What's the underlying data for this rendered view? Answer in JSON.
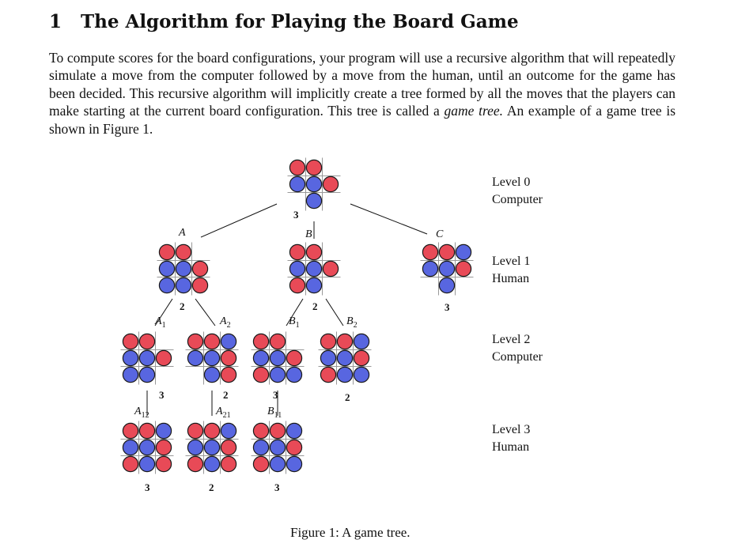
{
  "section": {
    "number": "1",
    "title": "The Algorithm for Playing the Board Game"
  },
  "intro": {
    "text_before": "To compute scores for the board configurations, your program will use a recursive algorithm that will repeatedly simulate a move from the computer followed by a move from the human, until an outcome for the game has been decided. This recursive algorithm will implicitly create a tree formed by all the moves that the players can make starting at the current board configuration. This tree is called a ",
    "term": "game tree.",
    "text_after": " An example of a game tree is shown in Figure 1."
  },
  "colors": {
    "red": "#e84a57",
    "blue": "#5866e0",
    "line": "#111111"
  },
  "levels": [
    {
      "level": "Level 0",
      "player": "Computer"
    },
    {
      "level": "Level 1",
      "player": "Human"
    },
    {
      "level": "Level 2",
      "player": "Computer"
    },
    {
      "level": "Level 3",
      "player": "Human"
    }
  ],
  "nodes": [
    {
      "id": "root",
      "score": "3",
      "label": "",
      "sub": "",
      "board": [
        [
          "R",
          "R",
          "e"
        ],
        [
          "B",
          "B",
          "R"
        ],
        [
          "e",
          "B",
          "e"
        ]
      ]
    },
    {
      "id": "A",
      "score": "2",
      "label": "A",
      "sub": "",
      "board": [
        [
          "R",
          "R",
          "e"
        ],
        [
          "B",
          "B",
          "R"
        ],
        [
          "B",
          "B",
          "R"
        ]
      ]
    },
    {
      "id": "B",
      "score": "2",
      "label": "B",
      "sub": "",
      "board": [
        [
          "R",
          "R",
          "e"
        ],
        [
          "B",
          "B",
          "R"
        ],
        [
          "R",
          "B",
          "e"
        ]
      ]
    },
    {
      "id": "C",
      "score": "3",
      "label": "C",
      "sub": "",
      "board": [
        [
          "R",
          "R",
          "B"
        ],
        [
          "B",
          "B",
          "R"
        ],
        [
          "e",
          "B",
          "e"
        ]
      ]
    },
    {
      "id": "A1",
      "score": "3",
      "label": "A",
      "sub": "1",
      "board": [
        [
          "R",
          "R",
          "e"
        ],
        [
          "B",
          "B",
          "R"
        ],
        [
          "B",
          "B",
          "e"
        ]
      ]
    },
    {
      "id": "A2",
      "score": "2",
      "label": "A",
      "sub": "2",
      "board": [
        [
          "R",
          "R",
          "B"
        ],
        [
          "B",
          "B",
          "R"
        ],
        [
          "e",
          "B",
          "R"
        ]
      ]
    },
    {
      "id": "B1",
      "score": "3",
      "label": "B",
      "sub": "1",
      "board": [
        [
          "R",
          "R",
          "e"
        ],
        [
          "B",
          "B",
          "R"
        ],
        [
          "R",
          "B",
          "B"
        ]
      ]
    },
    {
      "id": "B2",
      "score": "2",
      "label": "B",
      "sub": "2",
      "board": [
        [
          "R",
          "R",
          "B"
        ],
        [
          "B",
          "B",
          "R"
        ],
        [
          "R",
          "B",
          "B"
        ]
      ]
    },
    {
      "id": "A12",
      "score": "3",
      "label": "A",
      "sub": "12",
      "board": [
        [
          "R",
          "R",
          "B"
        ],
        [
          "B",
          "B",
          "R"
        ],
        [
          "R",
          "B",
          "R"
        ]
      ]
    },
    {
      "id": "A21",
      "score": "2",
      "label": "A",
      "sub": "21",
      "board": [
        [
          "R",
          "R",
          "B"
        ],
        [
          "B",
          "B",
          "R"
        ],
        [
          "R",
          "B",
          "R"
        ]
      ]
    },
    {
      "id": "B11",
      "score": "3",
      "label": "B",
      "sub": "11",
      "board": [
        [
          "R",
          "R",
          "B"
        ],
        [
          "B",
          "B",
          "R"
        ],
        [
          "R",
          "B",
          "B"
        ]
      ]
    }
  ],
  "caption": {
    "label": "Figure 1:",
    "text": "A game tree."
  }
}
